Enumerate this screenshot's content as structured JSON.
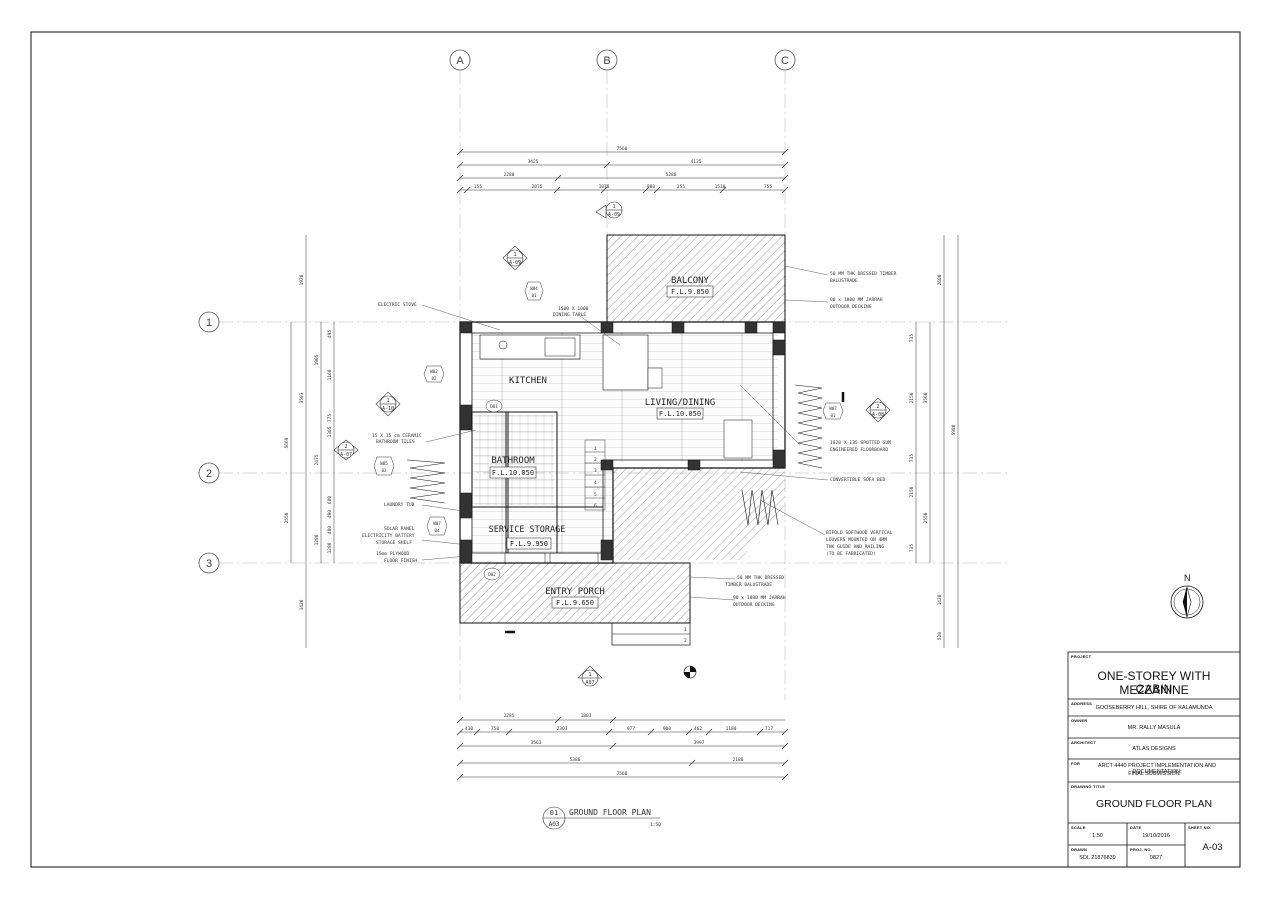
{
  "drawing": {
    "grid_columns": [
      "A",
      "B",
      "C"
    ],
    "grid_rows": [
      "1",
      "2",
      "3"
    ],
    "top_dims": {
      "overall": "7560",
      "row2": [
        "3425",
        "4135"
      ],
      "row3": [
        "2280",
        "5280"
      ],
      "row4": [
        "155",
        "2075",
        "1070",
        "980",
        "255",
        "1510",
        "755"
      ]
    },
    "bottom_dims": {
      "row1": [
        "2285",
        "1803"
      ],
      "row2": [
        "430",
        "750",
        "2303",
        "977",
        "900",
        "462",
        "1180",
        "717"
      ],
      "row3": [
        "3563",
        "3997"
      ],
      "row4": [
        "5380",
        "2180"
      ],
      "overall": "7560"
    },
    "left_dims": {
      "outer": [
        "1920",
        "3583",
        "2550",
        "1420"
      ],
      "mid": [
        "5669"
      ],
      "inner": [
        "1905",
        "2475",
        "1280"
      ],
      "inner2": [
        "495",
        "1160",
        "775",
        "1305",
        "680",
        "490",
        "480",
        "1280"
      ]
    },
    "right_dims": {
      "outer": [
        "2600",
        "2550",
        "1420",
        "520"
      ],
      "mid": [
        "3560",
        "5980"
      ],
      "inner": [
        "735",
        "2150",
        "735",
        "2150",
        "735"
      ]
    },
    "rooms": [
      {
        "name": "BALCONY",
        "level": "F.L.9.850"
      },
      {
        "name": "KITCHEN",
        "level": ""
      },
      {
        "name": "LIVING/DINING",
        "level": "F.L.10.050"
      },
      {
        "name": "BATHROOM",
        "level": "F.L.10.050"
      },
      {
        "name": "SERVICE STORAGE",
        "level": "F.L.9.950"
      },
      {
        "name": "ENTRY PORCH",
        "level": "F.L.9.650"
      }
    ],
    "notes": {
      "electric_stove": "ELECTRIC STOVE",
      "dining_table_1": "1500 X 1000",
      "dining_table_2": "DINING TABLE",
      "balustrade_top_1": "50 MM THK DRESSED TIMBER",
      "balustrade_top_2": "BALUSTRADE",
      "decking_top_1": "90 x 1800 MM JARRAH",
      "decking_top_2": "OUTDOOR DECKING",
      "tiles_1": "15 X 15 cm CERAMIC",
      "tiles_2": "BATHROOM TILES",
      "floorboard_1": "1820 X 135 SPOTTED GUM",
      "floorboard_2": "ENGINEERED FLOORBOARD",
      "sofa": "CONVERTIBLE SOFA BED",
      "laundry": "LAUNDRY TUB",
      "solar_1": "SOLAR PANEL",
      "solar_2": "ELECTRICITY BATTERY",
      "solar_3": "STORAGE SHELF",
      "ply_1": "15mm PLYWOOD",
      "ply_2": "FLOOR FINISH",
      "bifold_1": "BIFOLD SOFTWOOD VERTICAL",
      "bifold_2": "LOUVERS MOUNTED ON 4MM",
      "bifold_3": "THK GUIDE AND RAILING",
      "bifold_4": "(TO BE FABRICATED)",
      "balustrade_bot_1": "50 MM THK DRESSED",
      "balustrade_bot_2": "TIMBER BALUSTRADE",
      "decking_bot_1": "90 x 1800 MM JARRAH",
      "decking_bot_2": "OUTDOOR DECKING"
    },
    "sections": [
      {
        "num": "1",
        "ref": "A-09"
      },
      {
        "num": "1",
        "ref": "A-09"
      },
      {
        "num": "1",
        "ref": "A-10"
      },
      {
        "num": "2",
        "ref": "A-07"
      },
      {
        "num": "2",
        "ref": "A-08"
      },
      {
        "num": "1",
        "ref": "A07"
      }
    ],
    "tags": {
      "d01": "D01",
      "d02": "D02",
      "w04_a": "W04",
      "w04_b": "01",
      "w02_a": "W02",
      "w02_b": "02",
      "w05_a": "W05",
      "w05_b": "03",
      "w07_a": "W07",
      "w07_b": "04",
      "w07b_a": "W07",
      "w07b_b": "01"
    },
    "stairs": [
      "1",
      "2",
      "3",
      "4",
      "5",
      "6"
    ],
    "porch_stairs": [
      "1",
      "2"
    ],
    "north": "N",
    "plan_label": {
      "num": "01",
      "sheet": "A03",
      "title": "GROUND FLOOR PLAN",
      "scale": "1:50"
    }
  },
  "title_block": {
    "project_label": "PROJECT",
    "project_line1": "ONE-STOREY WITH MEZZANINE",
    "project_line2": "CABIN",
    "address_label": "ADDRESS",
    "address": "GOOSEBERRY HILL, SHIRE OF KALAMUNDA",
    "owner_label": "OWNER",
    "owner": "MR.  RALLY MASULA",
    "architect_label": "ARCHITECT",
    "architect": "ATLAS DESIGNS",
    "for_label": "FOR",
    "for_line1": "ARCT 4440 PROJECT IMPLEMENTATION AND DOCUMENTATION:",
    "for_line2": "FINAL SUBMISSION",
    "drawing_title_label": "DRAWING TITLE",
    "drawing_title": "GROUND FLOOR PLAN",
    "scale_label": "SCALE",
    "scale": "1:50",
    "date_label": "DATE",
    "date": "19/10/2016",
    "sheet_label": "SHEET NO.",
    "sheet": "A-03",
    "drawn_label": "DRAWN",
    "drawn": "SDL 21876839",
    "proj_no_label": "PROJ. NO.",
    "proj_no": "9827"
  },
  "colors": {
    "ink": "#111111",
    "hatch": "#555555",
    "thin": "#666666"
  }
}
